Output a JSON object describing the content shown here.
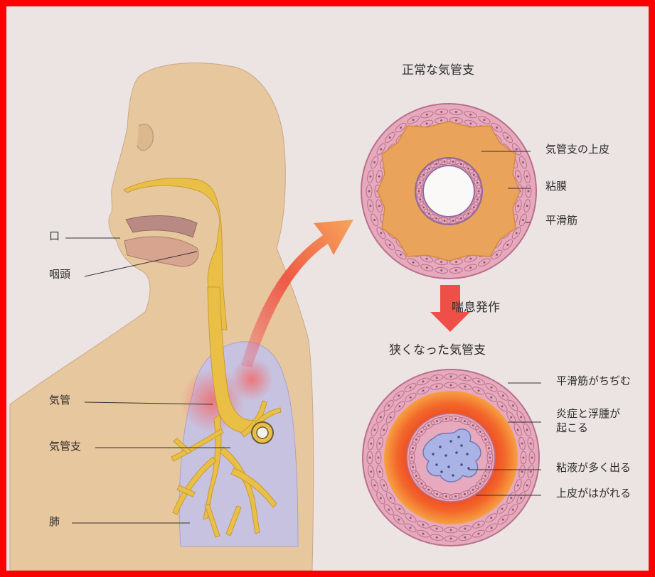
{
  "titles": {
    "normal": "正常な気管支",
    "narrowed": "狭くなった気管支",
    "attack": "喘息発作"
  },
  "body_labels": {
    "mouth": "口",
    "pharynx": "咽頭",
    "trachea": "気管",
    "bronchus": "気管支",
    "lung": "肺"
  },
  "normal_labels": {
    "epithelium": "気管支の上皮",
    "mucosa": "粘膜",
    "smooth_muscle": "平滑筋"
  },
  "narrowed_labels": {
    "muscle_contracts": "平滑筋がちぢむ",
    "inflammation_line1": "炎症と浮腫が",
    "inflammation_line2": "起こる",
    "mucus": "粘液が多く出る",
    "epithelium_peels": "上皮がはがれる"
  },
  "colors": {
    "frame": "#ff0000",
    "background": "#ebe4e3",
    "skin": "#e7c79e",
    "lung": "#c7c2e0",
    "airway": "#e9c045",
    "muscle": "#e7a9bd",
    "mucosa": "#eaa35a",
    "inflammation": "#ee5a2a",
    "mucus": "#a9b3e6",
    "arrow": "#ee5048"
  }
}
